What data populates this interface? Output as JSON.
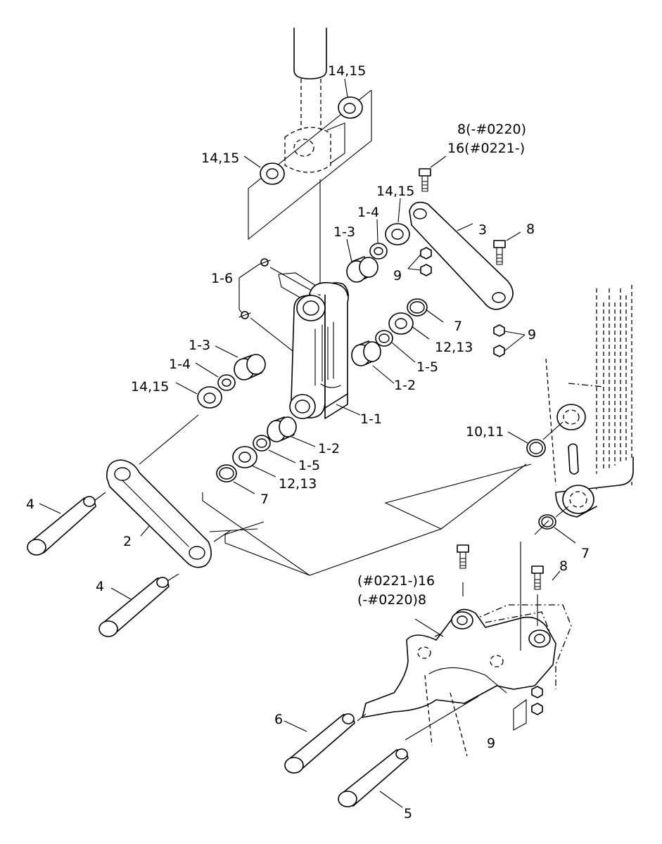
{
  "diagram": {
    "callouts": {
      "c_14_15_a": "14,15",
      "c_14_15_b": "14,15",
      "c_14_15_c": "14,15",
      "c_14_15_d": "14,15",
      "c_8_top": "8(-#0220)",
      "c_16_top": "16(#0221-)",
      "c_1_4_a": "1-4",
      "c_1_4_b": "1-4",
      "c_1_3_a": "1-3",
      "c_1_3_b": "1-3",
      "c_3": "3",
      "c_8_a": "8",
      "c_8_b": "8",
      "c_9_a": "9",
      "c_9_b": "9",
      "c_9_c": "9",
      "c_1_6": "1-6",
      "c_7_a": "7",
      "c_7_b": "7",
      "c_7_c": "7",
      "c_12_13_a": "12,13",
      "c_12_13_b": "12,13",
      "c_1_5_a": "1-5",
      "c_1_5_b": "1-5",
      "c_1_2_a": "1-2",
      "c_1_2_b": "1-2",
      "c_1_1": "1-1",
      "c_10_11": "10,11",
      "c_2": "2",
      "c_4_a": "4",
      "c_4_b": "4",
      "c_16_bottom": "(#0221-)16",
      "c_8_bottom": "(-#0220)8",
      "c_6": "6",
      "c_5": "5"
    }
  }
}
